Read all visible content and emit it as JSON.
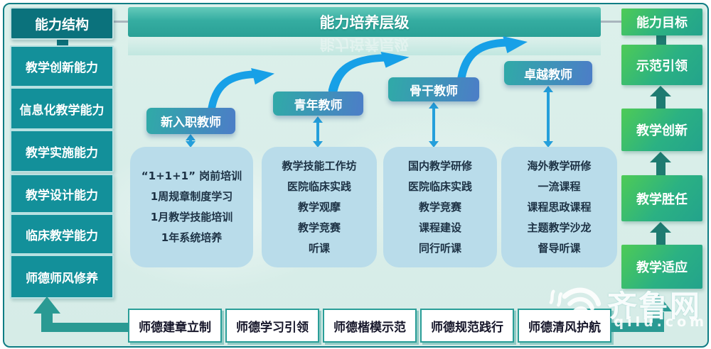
{
  "left_panel": {
    "header": "能力结构",
    "items": [
      "教学创新能力",
      "信息化教学能力",
      "教学实施能力",
      "教学设计能力",
      "临床教学能力",
      "师德师风修养"
    ]
  },
  "center": {
    "title": "能力培养层级",
    "stages": [
      {
        "label": "新入职教师",
        "items": [
          "“1+1+1” 岗前培训",
          "1周规章制度学习",
          "1月教学技能培训",
          "1年系统培养"
        ]
      },
      {
        "label": "青年教师",
        "items": [
          "教学技能工作坊",
          "医院临床实践",
          "教学观摩",
          "教学竞赛",
          "听课"
        ]
      },
      {
        "label": "骨干教师",
        "items": [
          "国内教学研修",
          "医院临床实践",
          "教学竞赛",
          "课程建设",
          "同行听课"
        ]
      },
      {
        "label": "卓越教师",
        "items": [
          "海外教学研修",
          "一流课程",
          "课程思政课程",
          "主题教学沙龙",
          "督导听课"
        ]
      }
    ]
  },
  "right_panel": {
    "header": "能力目标",
    "items": [
      "示范引领",
      "教学创新",
      "教学胜任",
      "教学适应"
    ]
  },
  "bottom_row": {
    "items": [
      "师德建章立制",
      "师德学习引领",
      "师德楷模示范",
      "师德规范践行",
      "师德清风护航"
    ]
  },
  "watermark": {
    "brand": "齐鲁网",
    "domain": "iqilu.com"
  },
  "colors": {
    "teal_dark": "#0b727c",
    "teal": "#13909a",
    "title_bar": "#2fa89d",
    "green_start": "#4ecb56",
    "green_end": "#23a38c",
    "stage_start": "#31a8a9",
    "stage_end": "#4b7fc6",
    "arrow_blue": "#17a0e7",
    "content_box": "#b9dcea",
    "connector": "#2a9a93"
  }
}
